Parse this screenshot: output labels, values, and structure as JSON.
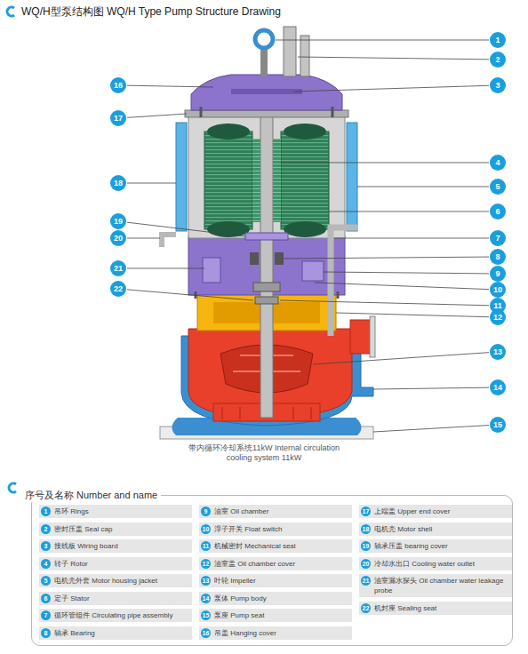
{
  "diagram": {
    "title": "WQ/H型泵结构图 WQ/H Type Pump Structure Drawing",
    "caption": "带内循环冷却系统11kW Internal circulation cooling system 11kW",
    "nodes": [
      {
        "text": [
          "1"
        ]
      },
      {
        "text": [
          "2"
        ]
      },
      {
        "text": [
          "3"
        ]
      },
      {
        "text": [
          "4"
        ]
      },
      {
        "text": [
          "5"
        ]
      },
      {
        "text": [
          "6"
        ]
      },
      {
        "text": [
          "7"
        ]
      },
      {
        "text": [
          "8"
        ]
      },
      {
        "text": [
          "9"
        ]
      },
      {
        "text": [
          "10"
        ]
      },
      {
        "text": [
          "11"
        ]
      },
      {
        "text": [
          "12"
        ]
      },
      {
        "text": [
          "13"
        ]
      },
      {
        "text": [
          "14"
        ]
      },
      {
        "text": [
          "15"
        ]
      },
      {
        "text": [
          "16"
        ]
      },
      {
        "text": [
          "17"
        ]
      },
      {
        "text": [
          "18"
        ]
      },
      {
        "text": [
          "19"
        ]
      },
      {
        "text": [
          "20"
        ]
      },
      {
        "text": [
          "21"
        ]
      },
      {
        "text": [
          "22"
        ]
      },
      {
        "text": [
          "序号及名称 Number and name"
        ]
      },
      {
        "text": [
          "1",
          "吊环 Rings"
        ],
        "in": 22
      },
      {
        "text": [
          "2",
          "密封压盖 Seal cap"
        ],
        "in": 22
      },
      {
        "text": [
          "3",
          "接线板 Wiring board"
        ],
        "in": 22
      },
      {
        "text": [
          "4",
          "转子 Rotor"
        ],
        "in": 22
      },
      {
        "text": [
          "5",
          "电机壳外套 Motor housing jacket"
        ],
        "in": 22
      },
      {
        "text": [
          "6",
          "定子 Stator"
        ],
        "in": 22
      },
      {
        "text": [
          "7",
          "循环管组件 Circulating pipe assembly"
        ],
        "in": 22
      },
      {
        "text": [
          "8",
          "轴承 Bearing"
        ],
        "in": 22
      },
      {
        "text": [
          "9",
          "油室 Oil chamber"
        ],
        "in": 22
      },
      {
        "text": [
          "10",
          "浮子开关 Float switch"
        ],
        "in": 22
      },
      {
        "text": [
          "11",
          "机械密封 Mechanical seal"
        ],
        "in": 22
      },
      {
        "text": [
          "12",
          "油室盖 Oil chamber cover"
        ],
        "in": 22
      },
      {
        "text": [
          "13",
          "叶轮 Impeller"
        ],
        "in": 22
      },
      {
        "text": [
          "14",
          "泵体 Pump body"
        ],
        "in": 22
      },
      {
        "text": [
          "15",
          "泵座 Pump seat"
        ],
        "in": 22
      },
      {
        "text": [
          "16",
          "吊盖 Hanging cover"
        ],
        "in": 22
      },
      {
        "text": [
          "17",
          "上端盖 Upper end cover"
        ],
        "in": 22
      },
      {
        "text": [
          "18",
          "电机壳 Motor shell"
        ],
        "in": 22
      },
      {
        "text": [
          "19",
          "轴承压盖 bearing cover"
        ],
        "in": 22
      },
      {
        "text": [
          "20",
          "冷却水出口 Cooling water outlet"
        ],
        "in": 22
      },
      {
        "text": [
          "21",
          "油室漏水探头 Oil chamber water leakage probe"
        ],
        "in": 22
      },
      {
        "text": [
          "22",
          "机封座 Sealing seat"
        ],
        "in": 22
      }
    ]
  }
}
